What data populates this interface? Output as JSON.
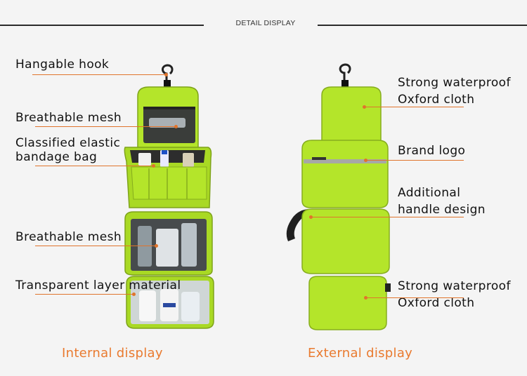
{
  "header": {
    "title": "DETAIL DISPLAY"
  },
  "left_labels": {
    "hook": "Hangable hook",
    "mesh_top": "Breathable mesh",
    "elastic_line1": "Classified elastic",
    "elastic_line2": "bandage bag",
    "mesh_bottom": "Breathable mesh",
    "transparent": "Transparent layer material"
  },
  "right_labels": {
    "oxford_top_line1": "Strong waterproof",
    "oxford_top_line2": "Oxford cloth",
    "brand": "Brand logo",
    "handle_line1": "Additional",
    "handle_line2": "handle design",
    "oxford_bottom_line1": "Strong waterproof",
    "oxford_bottom_line2": "Oxford cloth"
  },
  "captions": {
    "internal": "Internal display",
    "external": "External display"
  },
  "colors": {
    "bag_green": "#b4e52a",
    "bag_dark_green": "#95c41a",
    "leader_orange": "#e0742c",
    "caption_orange": "#e97a2f"
  }
}
